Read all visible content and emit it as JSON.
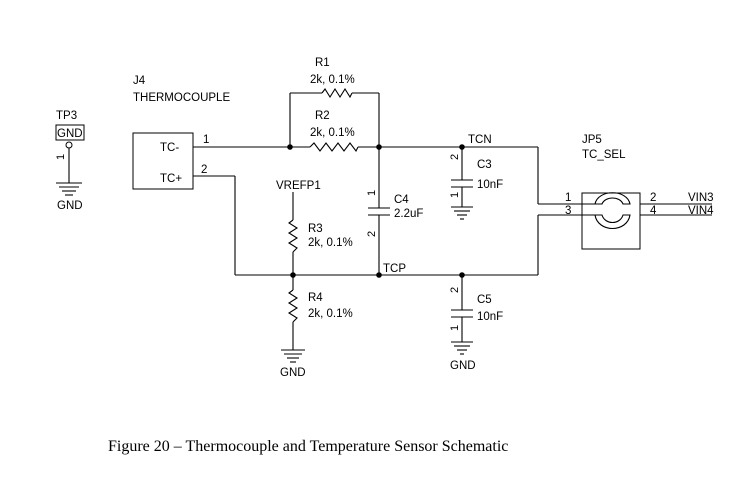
{
  "tp3": {
    "ref": "TP3",
    "label": "GND",
    "pin": "1",
    "gnd": "GND"
  },
  "j4": {
    "ref": "J4",
    "name": "THERMOCOUPLE",
    "pin1_label": "TC-",
    "pin2_label": "TC+",
    "pin1": "1",
    "pin2": "2"
  },
  "r1": {
    "ref": "R1",
    "value": "2k, 0.1%"
  },
  "r2": {
    "ref": "R2",
    "value": "2k, 0.1%"
  },
  "r3": {
    "ref": "R3",
    "value": "2k, 0.1%"
  },
  "r4": {
    "ref": "R4",
    "value": "2k, 0.1%",
    "gnd": "GND"
  },
  "vrefp1": {
    "label": "VREFP1"
  },
  "c4": {
    "ref": "C4",
    "value": "2.2uF",
    "pin1": "1",
    "pin2": "2"
  },
  "c3": {
    "ref": "C3",
    "value": "10nF",
    "pin1": "1",
    "pin2": "2"
  },
  "c5": {
    "ref": "C5",
    "value": "10nF",
    "pin1": "1",
    "pin2": "2",
    "gnd": "GND"
  },
  "nets": {
    "tcn": "TCN",
    "tcp": "TCP"
  },
  "jp5": {
    "ref": "JP5",
    "name": "TC_SEL",
    "pin1": "1",
    "pin2": "2",
    "pin3": "3",
    "pin4": "4",
    "out1": "VIN3",
    "out2": "VIN4"
  },
  "caption": "Figure 20 – Thermocouple and Temperature Sensor Schematic"
}
